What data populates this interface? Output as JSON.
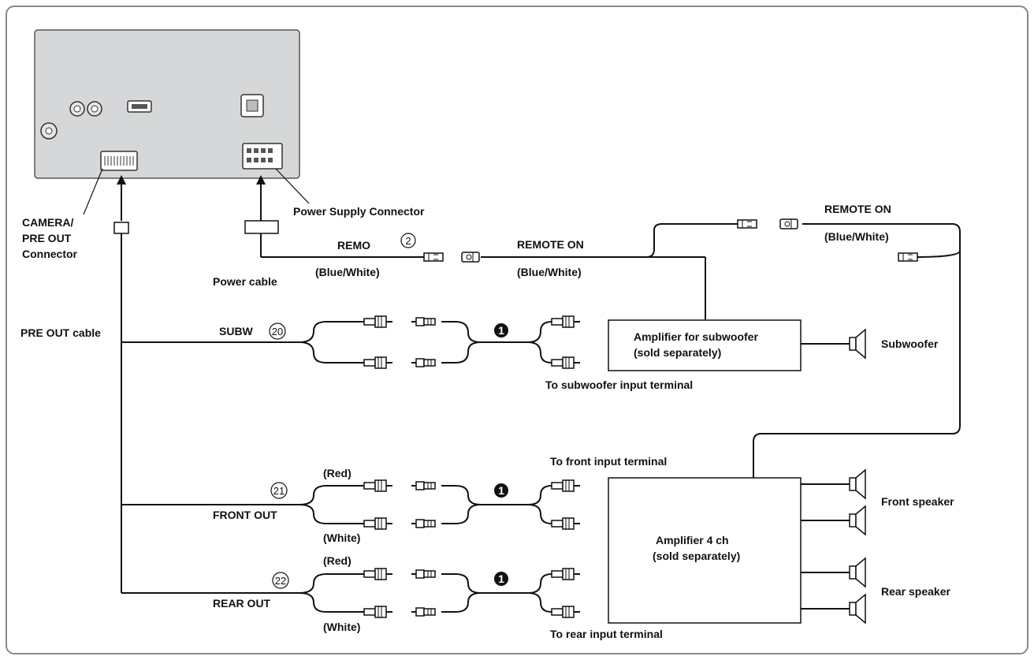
{
  "labels": {
    "camera_connector_l1": "CAMERA/",
    "camera_connector_l2": "PRE OUT",
    "camera_connector_l3": "Connector",
    "power_supply_connector": "Power Supply Connector",
    "power_cable": "Power cable",
    "pre_out_cable": "PRE OUT cable",
    "remo": "REMO",
    "remo_color": "(Blue/White)",
    "remote_on_mid": "REMOTE ON",
    "remote_on_mid_color": "(Blue/White)",
    "remote_on_top": "REMOTE ON",
    "remote_on_top_color": "(Blue/White)",
    "subw": "SUBW",
    "front_out": "FRONT OUT",
    "rear_out": "REAR OUT",
    "front_red": "(Red)",
    "front_white": "(White)",
    "rear_red": "(Red)",
    "rear_white": "(White)",
    "amp_sub_l1": "Amplifier for subwoofer",
    "amp_sub_l2": "(sold separately)",
    "amp_4ch_l1": "Amplifier 4 ch",
    "amp_4ch_l2": "(sold separately)",
    "subwoofer": "Subwoofer",
    "front_speaker": "Front speaker",
    "rear_speaker": "Rear speaker",
    "to_sub_input": "To subwoofer input terminal",
    "to_front_input": "To front input terminal",
    "to_rear_input": "To rear input terminal"
  },
  "numbers": {
    "remo": "2",
    "subw": "20",
    "front": "21",
    "rear": "22",
    "extension_badge": "1"
  },
  "colors": {
    "head_unit_fill": "#d5d7d8",
    "line": "#1a1a1a"
  }
}
